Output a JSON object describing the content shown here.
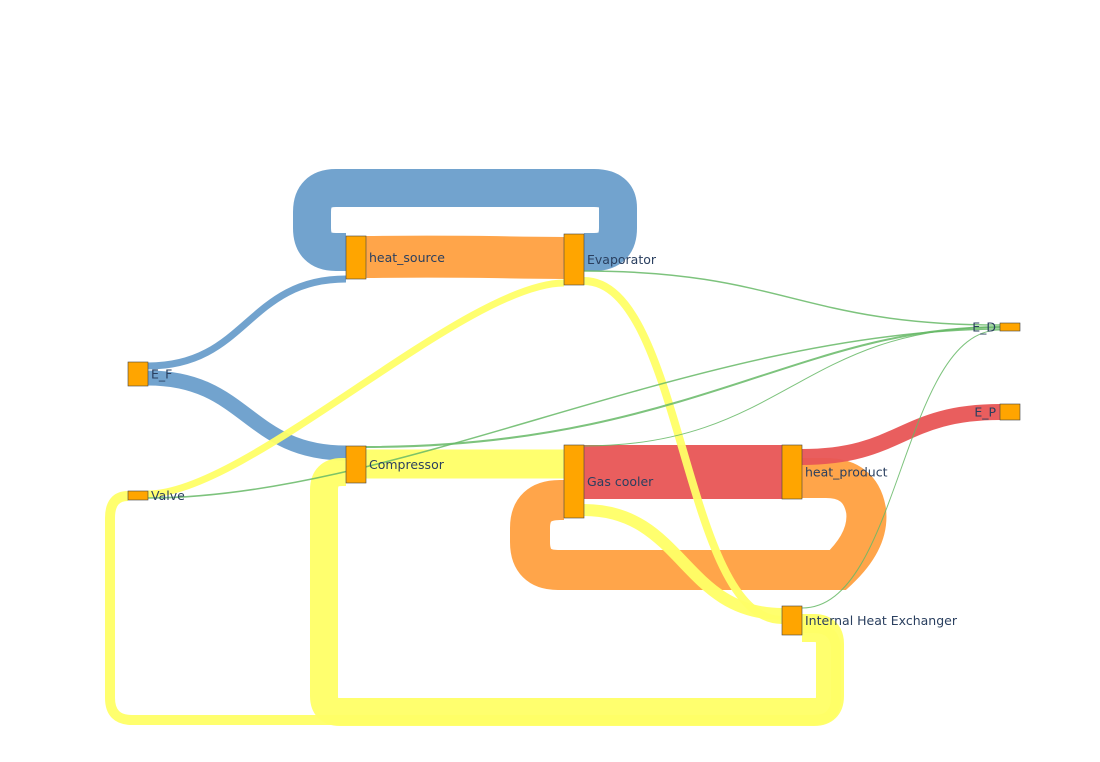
{
  "diagram": {
    "type": "sankey",
    "colors": {
      "node_fill": "#ffa500",
      "exergy_fuel": "#6a9ecb",
      "heat_flow": "#ffa040",
      "refrigerant": "#ffff66",
      "exergy_destruction": "#66b866",
      "exergy_product": "#e85555"
    },
    "nodes": [
      {
        "id": "heat_source",
        "label": "heat_source"
      },
      {
        "id": "evaporator",
        "label": "Evaporator"
      },
      {
        "id": "e_f",
        "label": "E_F"
      },
      {
        "id": "compressor",
        "label": "Compressor"
      },
      {
        "id": "gas_cooler",
        "label": "Gas cooler"
      },
      {
        "id": "heat_product",
        "label": "heat_product"
      },
      {
        "id": "valve",
        "label": "Valve"
      },
      {
        "id": "ihx",
        "label": "Internal Heat Exchanger"
      },
      {
        "id": "e_d",
        "label": "E_D"
      },
      {
        "id": "e_p",
        "label": "E_P"
      }
    ],
    "links": [
      {
        "source": "heat_source",
        "target": "evaporator",
        "kind": "heat_flow"
      },
      {
        "source": "evaporator",
        "target": "heat_source",
        "kind": "exergy_fuel"
      },
      {
        "source": "e_f",
        "target": "heat_source",
        "kind": "exergy_fuel"
      },
      {
        "source": "e_f",
        "target": "compressor",
        "kind": "exergy_fuel"
      },
      {
        "source": "compressor",
        "target": "gas_cooler",
        "kind": "refrigerant"
      },
      {
        "source": "gas_cooler",
        "target": "heat_product",
        "kind": "exergy_product"
      },
      {
        "source": "heat_product",
        "target": "gas_cooler",
        "kind": "heat_flow"
      },
      {
        "source": "heat_product",
        "target": "e_p",
        "kind": "exergy_product"
      },
      {
        "source": "gas_cooler",
        "target": "ihx",
        "kind": "refrigerant"
      },
      {
        "source": "evaporator",
        "target": "ihx",
        "kind": "refrigerant"
      },
      {
        "source": "ihx",
        "target": "compressor",
        "kind": "refrigerant"
      },
      {
        "source": "ihx",
        "target": "valve",
        "kind": "refrigerant"
      },
      {
        "source": "valve",
        "target": "evaporator",
        "kind": "refrigerant"
      },
      {
        "source": "evaporator",
        "target": "e_d",
        "kind": "exergy_destruction"
      },
      {
        "source": "compressor",
        "target": "e_d",
        "kind": "exergy_destruction"
      },
      {
        "source": "gas_cooler",
        "target": "e_d",
        "kind": "exergy_destruction"
      },
      {
        "source": "valve",
        "target": "e_d",
        "kind": "exergy_destruction"
      },
      {
        "source": "ihx",
        "target": "e_d",
        "kind": "exergy_destruction"
      }
    ]
  }
}
